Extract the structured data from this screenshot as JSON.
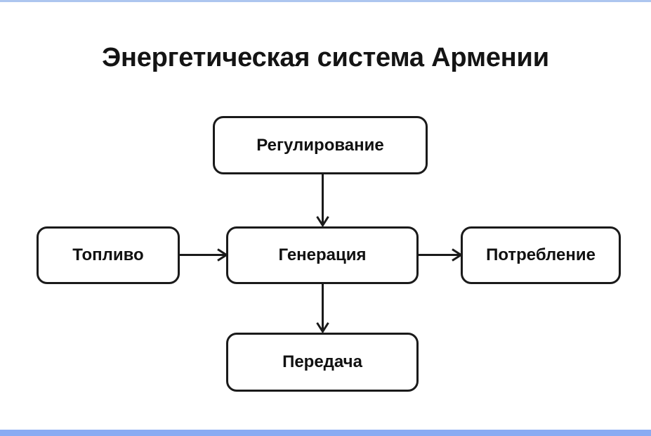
{
  "page": {
    "title": "Энергетическая система Армении",
    "background_color": "#ffffff",
    "top_rule_color": "#adc6ef",
    "bottom_rule_color": "#8aabf2",
    "node_border_color": "#1a1a1a",
    "node_fill_color": "#ffffff",
    "text_color": "#111111"
  },
  "diagram": {
    "type": "flowchart",
    "nodes": [
      {
        "id": "regulation",
        "label": "Регулирование"
      },
      {
        "id": "fuel",
        "label": "Топливо"
      },
      {
        "id": "generation",
        "label": "Генерация"
      },
      {
        "id": "consumption",
        "label": "Потребление"
      },
      {
        "id": "transmission",
        "label": "Передача"
      }
    ],
    "edges": [
      {
        "id": "reg-gen",
        "from": "regulation",
        "to": "generation",
        "direction": "down",
        "label": ""
      },
      {
        "id": "fuel-gen",
        "from": "fuel",
        "to": "generation",
        "direction": "right",
        "label": ""
      },
      {
        "id": "gen-con",
        "from": "generation",
        "to": "consumption",
        "direction": "right",
        "label": ""
      },
      {
        "id": "gen-tra",
        "from": "generation",
        "to": "transmission",
        "direction": "down",
        "label": ""
      }
    ]
  }
}
